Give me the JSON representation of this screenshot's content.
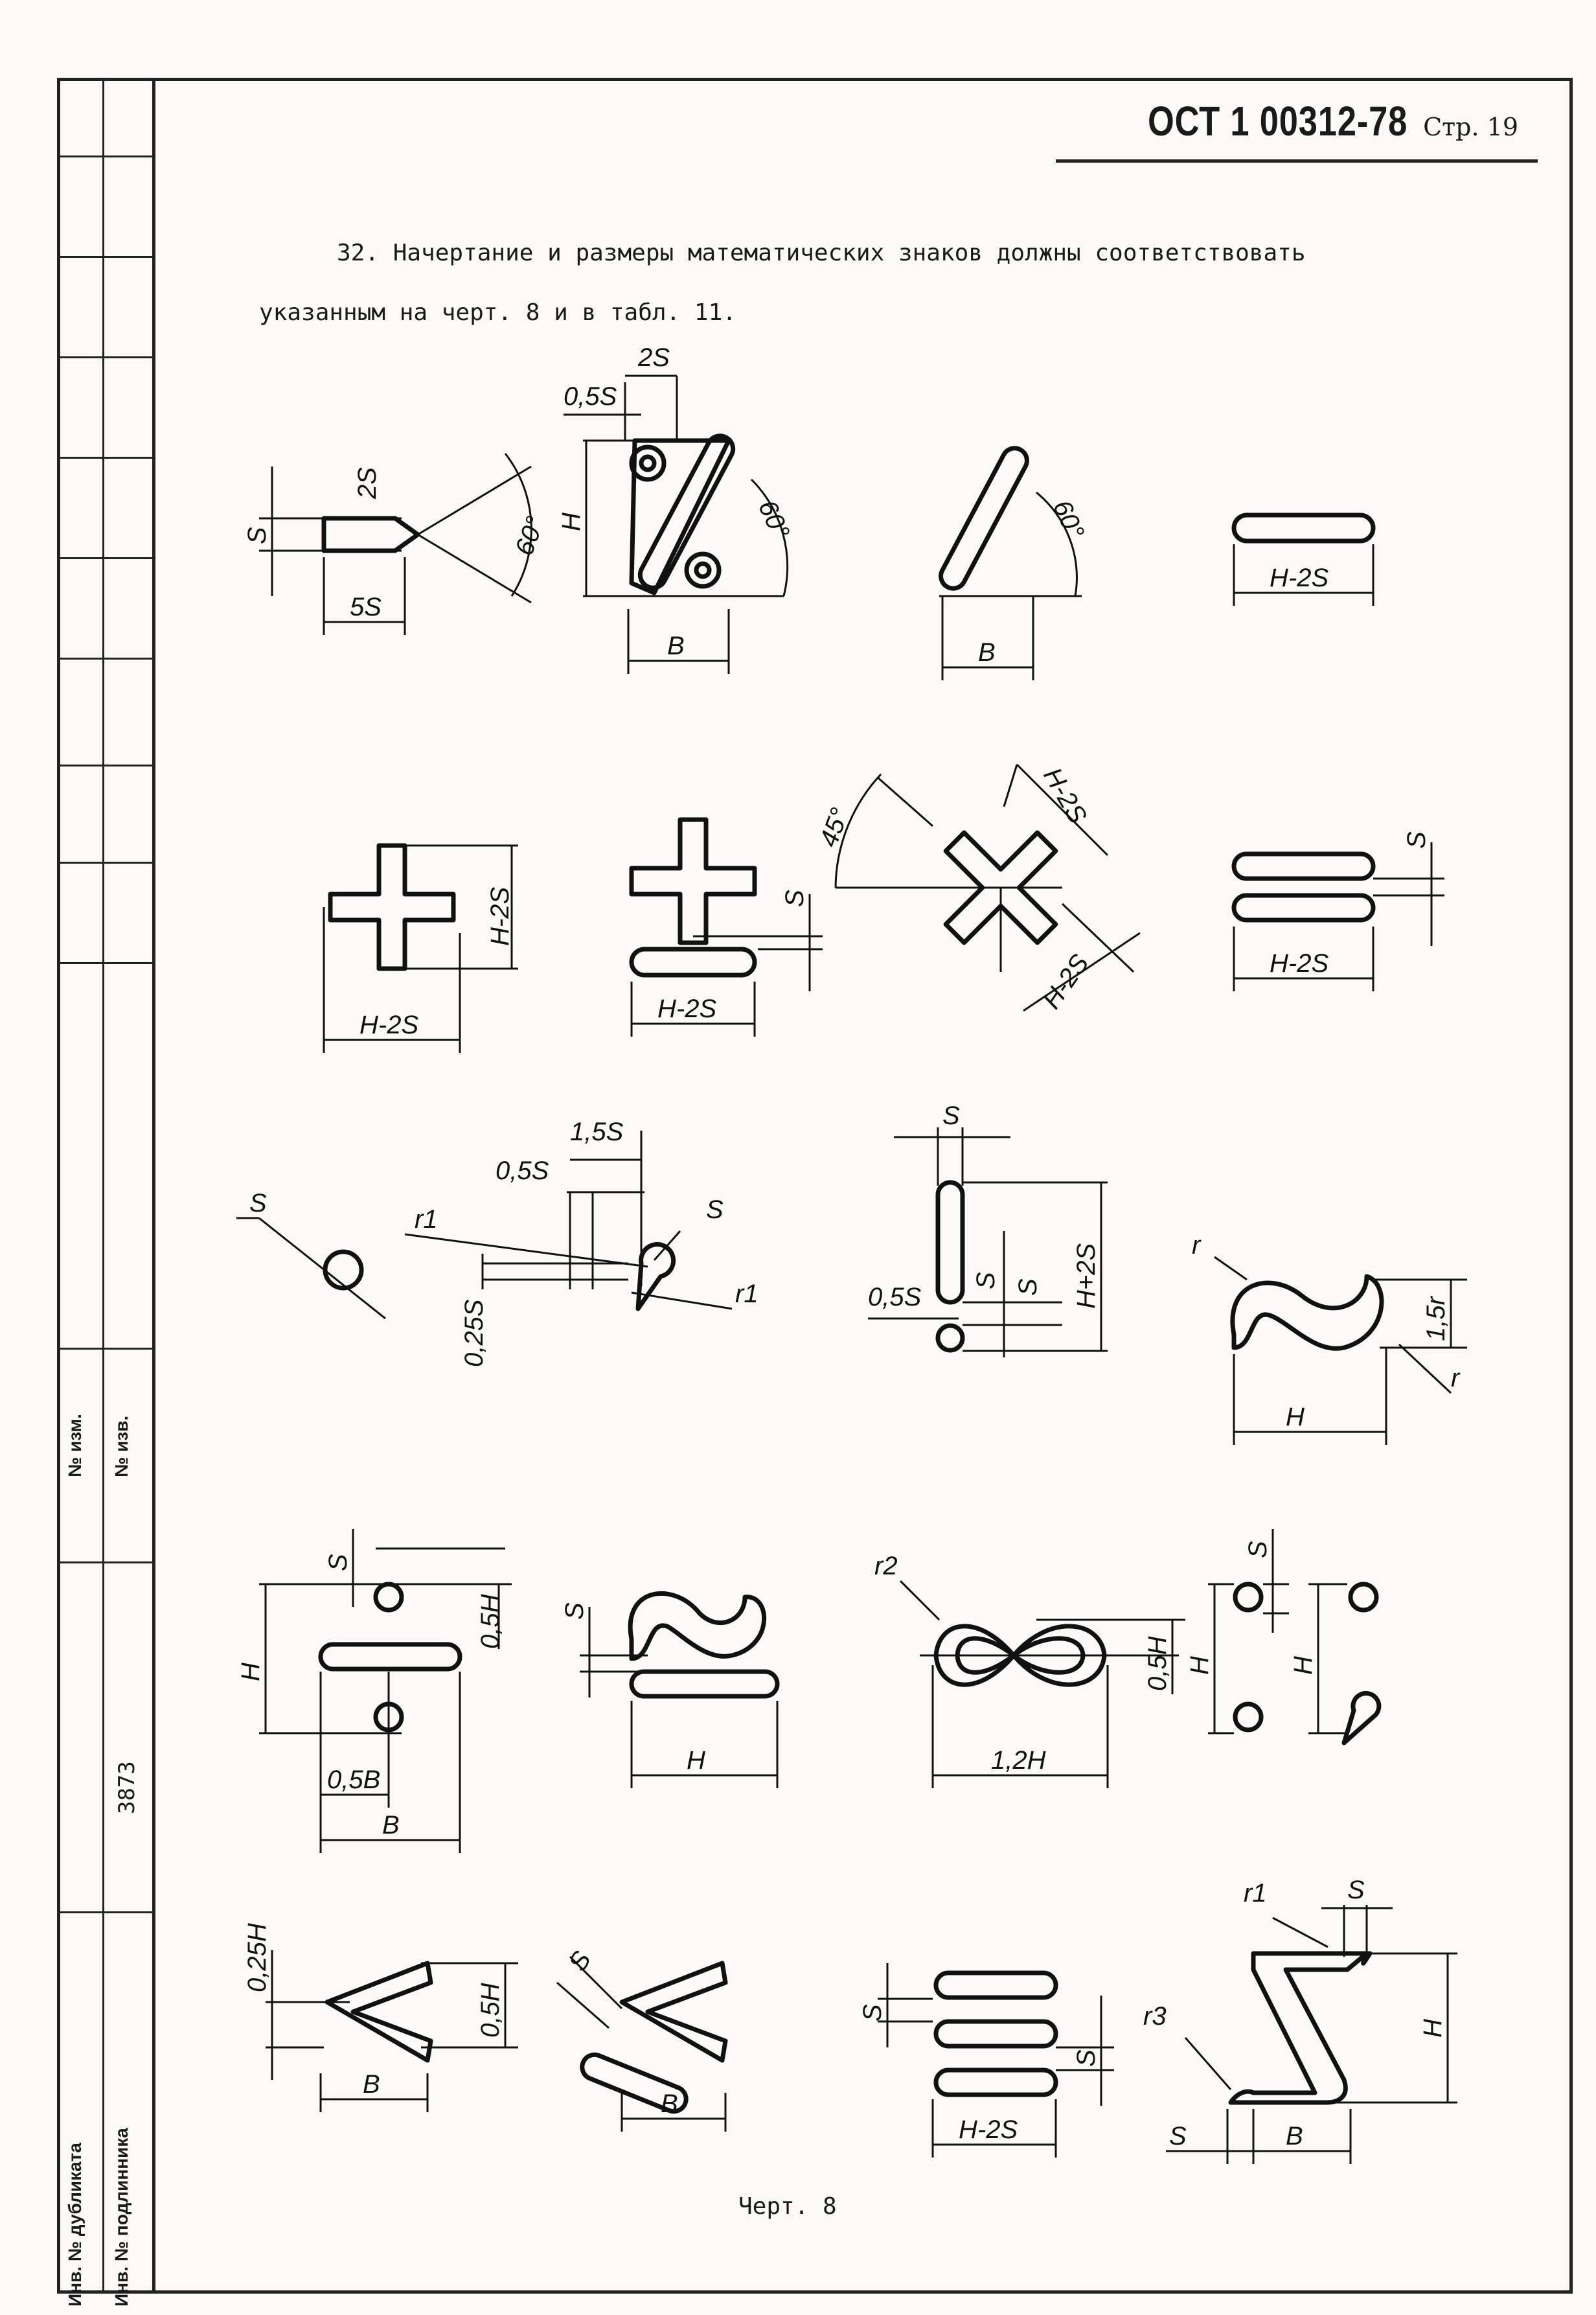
{
  "header": {
    "code": "ОСТ 1 00312-78",
    "page": "Стр. 19"
  },
  "paragraph": {
    "line1": "32. Начертание и размеры математических знаков должны соответствовать",
    "line2": "указанным на черт. 8 и в табл. 11."
  },
  "side_strip": {
    "change_no": "№ изм.",
    "notice_no": "№ изв.",
    "dup_inv": "Инв. № дубликата",
    "orig_inv": "Инв. № подлинника",
    "orig_inv_value": "3873"
  },
  "caption": "Черт. 8",
  "dimension_labels": {
    "s": "S",
    "two_s": "2S",
    "five_s": "5S",
    "half_s": "0,5S",
    "h": "H",
    "b": "B",
    "sixty": "60°",
    "forty_five": "45°",
    "h_minus_2s": "H-2S",
    "one_half_s": "1,5S",
    "quarter_s": "0,25S",
    "h_plus_2s": "H+2S",
    "r": "r",
    "r1": "r1",
    "r2": "r2",
    "r3": "r3",
    "one_half_r": "1,5r",
    "half_h": "0,5H",
    "half_b": "0,5B",
    "one_two_h": "1,2H",
    "quarter_h": "0,25H"
  }
}
